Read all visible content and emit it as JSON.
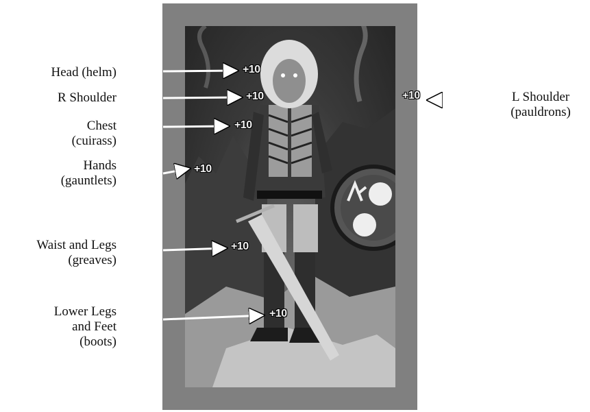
{
  "slots": {
    "head": {
      "lines": [
        "Head (helm)"
      ],
      "bonus": "+10"
    },
    "r_shoulder": {
      "lines": [
        "R Shoulder"
      ],
      "bonus": "+10"
    },
    "chest": {
      "lines": [
        "Chest",
        "(cuirass)"
      ],
      "bonus": "+10"
    },
    "hands": {
      "lines": [
        "Hands",
        "(gauntlets)"
      ],
      "bonus": "+10"
    },
    "waist": {
      "lines": [
        "Waist and Legs",
        "(greaves)"
      ],
      "bonus": "+10"
    },
    "boots": {
      "lines": [
        "Lower Legs",
        "and Feet",
        "(boots)"
      ],
      "bonus": "+10"
    },
    "l_shoulder": {
      "lines": [
        "L Shoulder",
        "(pauldrons)"
      ],
      "bonus": "+10"
    }
  },
  "colors": {
    "frame": "#808080",
    "label_text": "#111111",
    "arrow": "#ffffff",
    "bonus_text": "#f0f0f0"
  },
  "icons": {
    "artwork": "armored-warrior-illustration",
    "pointer": "arrow-icon"
  }
}
